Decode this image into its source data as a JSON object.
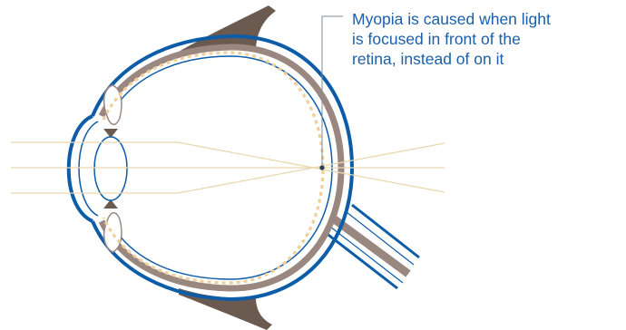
{
  "caption": {
    "lines": [
      "Myopia is caused when light",
      "is focused in front of the",
      "retina, instead of on it"
    ]
  },
  "colors": {
    "outline_blue": "#0d5ca8",
    "caption_blue": "#1c5fa8",
    "muscle_brown": "#6b5a4f",
    "choroid_brown": "#9a8880",
    "light_ray": "#ead7b0",
    "focus_dashed": "#f0cf98",
    "leader_line": "#7e8d99"
  }
}
